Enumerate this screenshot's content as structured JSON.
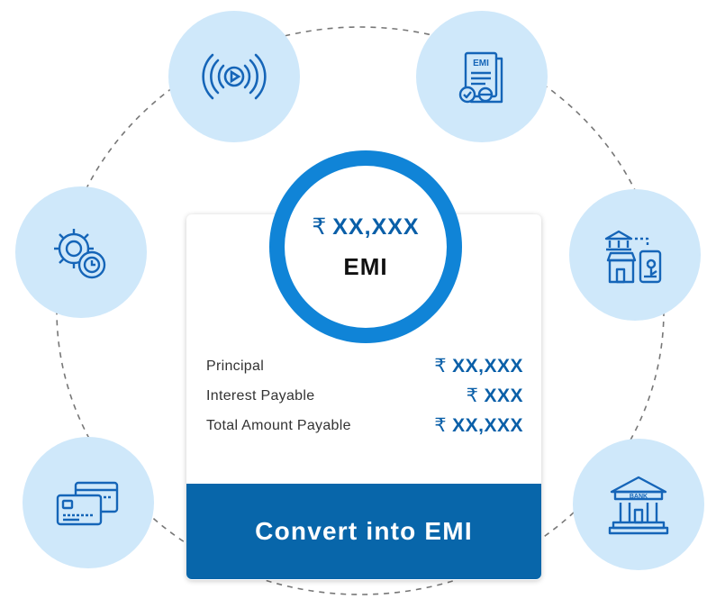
{
  "emi_badge": {
    "amount": "XX,XXX",
    "currency": "₹",
    "label": "EMI"
  },
  "breakdown": [
    {
      "label": "Principal",
      "currency": "₹",
      "value": "XX,XXX"
    },
    {
      "label": "Interest Payable",
      "currency": "₹",
      "value": "XXX"
    },
    {
      "label": "Total Amount Payable",
      "currency": "₹",
      "value": "XX,XXX"
    }
  ],
  "cta": {
    "label": "Convert into EMI"
  },
  "icons": [
    "broadcast-play-icon",
    "emi-document-icon",
    "gear-clock-icon",
    "bank-shop-mobile-icon",
    "credit-cards-icon",
    "bank-building-icon"
  ],
  "bank_icon_text": "BANK",
  "emi_doc_text": "EMI",
  "colors": {
    "accent": "#1084d7",
    "dark_blue": "#0866aa",
    "bubble": "#cfe8fa",
    "icon_stroke": "#1565b8"
  }
}
